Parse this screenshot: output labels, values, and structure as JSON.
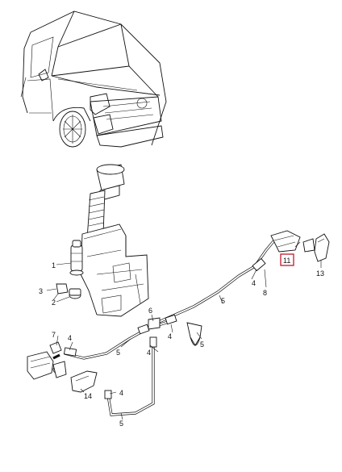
{
  "diagram": {
    "part_labels": [
      "1",
      "2",
      "3",
      "4",
      "4",
      "4",
      "4",
      "4",
      "5",
      "5",
      "5",
      "5",
      "6",
      "7",
      "8",
      "11",
      "13",
      "14"
    ]
  },
  "colors": {
    "highlight": "#c0182b",
    "line": "#111111"
  }
}
